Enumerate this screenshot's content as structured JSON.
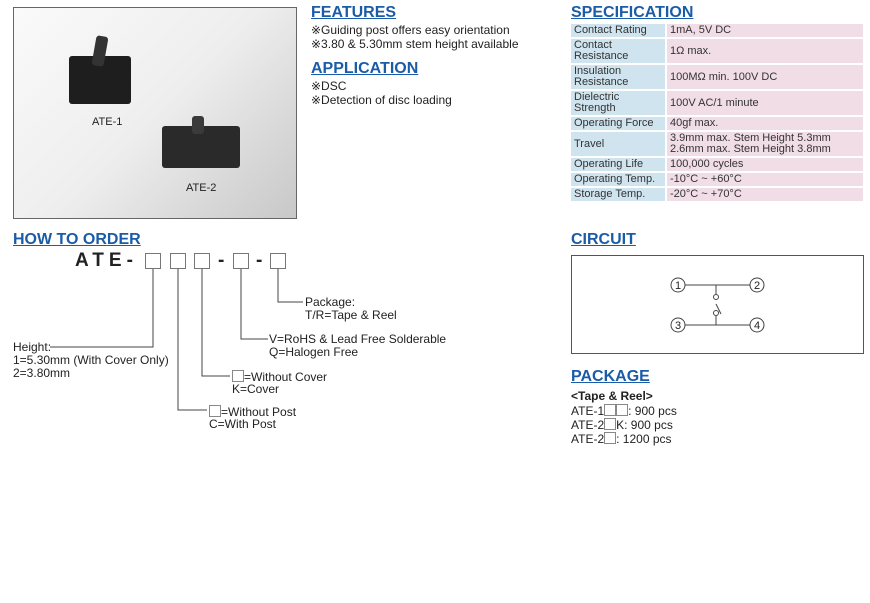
{
  "photo": {
    "labels": [
      "ATE-1",
      "ATE-2"
    ]
  },
  "features": {
    "title": "FEATURES",
    "items": [
      "※Guiding post offers easy orientation",
      "※3.80 & 5.30mm stem height available"
    ]
  },
  "application": {
    "title": "APPLICATION",
    "items": [
      "※DSC",
      "※Detection of disc loading"
    ]
  },
  "specification": {
    "title": "SPECIFICATION",
    "rows": [
      {
        "label": "Contact Rating",
        "value": "1mA, 5V DC"
      },
      {
        "label": "Contact Resistance",
        "value": "1Ω max."
      },
      {
        "label": "Insulation Resistance",
        "value": "100MΩ min. 100V DC"
      },
      {
        "label": "Dielectric Strength",
        "value": "100V AC/1 minute"
      },
      {
        "label": "Operating Force",
        "value": "40gf max."
      },
      {
        "label": "Travel",
        "value": "3.9mm max. Stem Height 5.3mm\n2.6mm max. Stem Height 3.8mm"
      },
      {
        "label": "Operating Life",
        "value": "100,000 cycles"
      },
      {
        "label": "Operating Temp.",
        "value": "-10°C ~ +60°C"
      },
      {
        "label": "Storage Temp.",
        "value": "-20°C ~ +70°C"
      }
    ]
  },
  "how_to_order": {
    "title": "HOW TO ORDER",
    "prefix": "ATE-",
    "dash": "-",
    "height": {
      "title": "Height:",
      "opt1": "1=5.30mm (With Cover Only)",
      "opt2": "2=3.80mm"
    },
    "post": {
      "opt1": "=Without Post",
      "opt2": "C=With Post"
    },
    "cover": {
      "opt1": "=Without Cover",
      "opt2": "K=Cover"
    },
    "rohs": {
      "opt1": "V=RoHS & Lead Free Solderable",
      "opt2": "Q=Halogen Free"
    },
    "package": {
      "opt1": "Package:",
      "opt2": "T/R=Tape & Reel"
    }
  },
  "circuit": {
    "title": "CIRCUIT",
    "pins": [
      "1",
      "2",
      "3",
      "4"
    ]
  },
  "package": {
    "title": "PACKAGE",
    "subtitle": "<Tape & Reel>",
    "items": [
      {
        "prefix": "ATE-1",
        "suffix": ": 900 pcs"
      },
      {
        "prefix": "ATE-2",
        "suffix": "K: 900 pcs"
      },
      {
        "prefix": "ATE-2",
        "suffix": ": 1200 pcs"
      }
    ]
  },
  "colors": {
    "heading": "#1a5ca8",
    "label_cell": "#cfe4ef",
    "value_cell": "#f1dde6"
  }
}
